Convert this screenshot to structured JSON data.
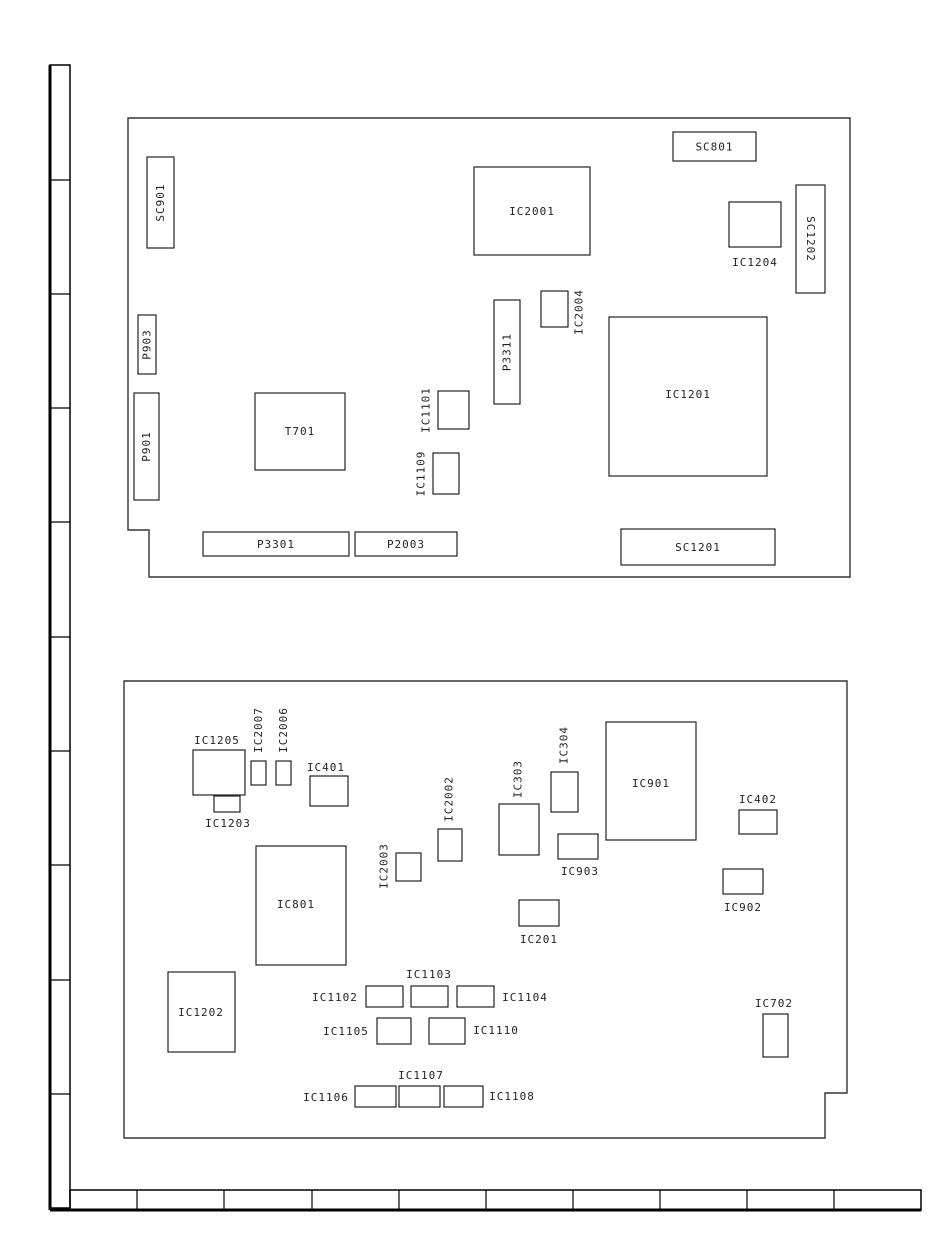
{
  "labels": {
    "sc801": "SC801",
    "sc901": "SC901",
    "ic2001": "IC2001",
    "ic1204": "IC1204",
    "sc1202": "SC1202",
    "ic2004": "IC2004",
    "p3311": "P3311",
    "p903": "P903",
    "ic1201": "IC1201",
    "ic1101": "IC1101",
    "t701": "T701",
    "p901": "P901",
    "ic1109": "IC1109",
    "p3301": "P3301",
    "p2003": "P2003",
    "sc1201": "SC1201",
    "ic1205": "IC1205",
    "ic2007": "IC2007",
    "ic2006": "IC2006",
    "ic401": "IC401",
    "ic1203": "IC1203",
    "ic2002": "IC2002",
    "ic303": "IC303",
    "ic304": "IC304",
    "ic901": "IC901",
    "ic402": "IC402",
    "ic903": "IC903",
    "ic2003": "IC2003",
    "ic801": "IC801",
    "ic902": "IC902",
    "ic201": "IC201",
    "ic1202": "IC1202",
    "ic1103": "IC1103",
    "ic1102": "IC1102",
    "ic1104": "IC1104",
    "ic702": "IC702",
    "ic1105": "IC1105",
    "ic1110": "IC1110",
    "ic1107": "IC1107",
    "ic1106": "IC1106",
    "ic1108": "IC1108"
  }
}
